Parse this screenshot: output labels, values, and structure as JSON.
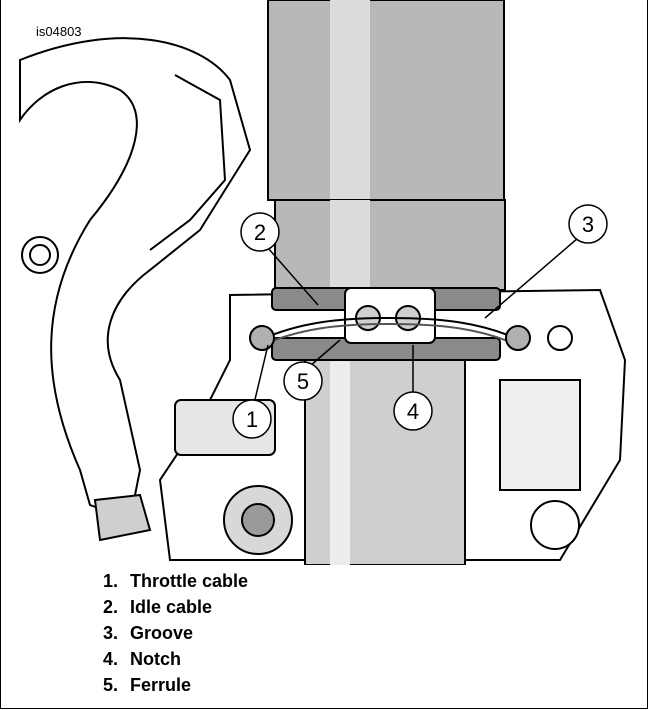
{
  "figure_id": "is04803",
  "callouts": [
    "1",
    "2",
    "3",
    "4",
    "5"
  ],
  "legend": [
    {
      "num": "1.",
      "label": "Throttle cable"
    },
    {
      "num": "2.",
      "label": "Idle cable"
    },
    {
      "num": "3.",
      "label": "Groove"
    },
    {
      "num": "4.",
      "label": "Notch"
    },
    {
      "num": "5.",
      "label": "Ferrule"
    }
  ],
  "colors": {
    "tube": "#b8b8b8",
    "tube_light": "#dcdcdc",
    "band": "#8a8a8a",
    "line": "#000000",
    "bg": "#ffffff"
  }
}
